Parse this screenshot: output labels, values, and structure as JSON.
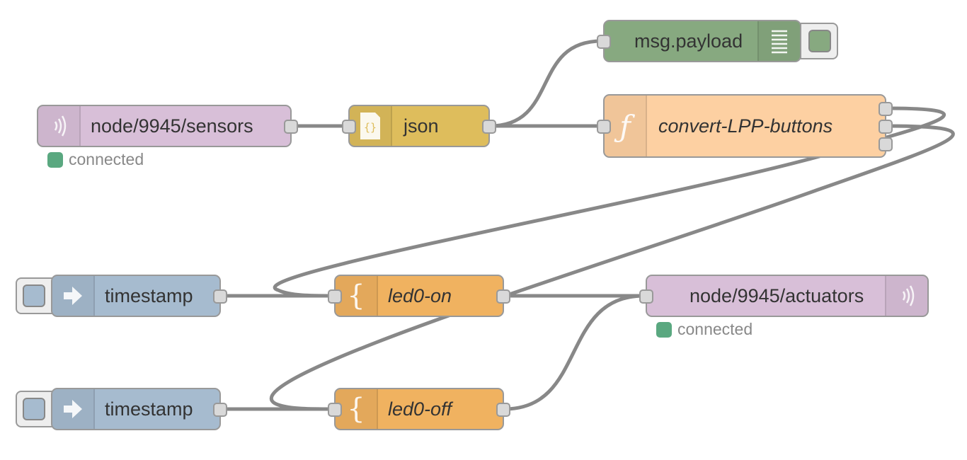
{
  "colors": {
    "mqtt": "#d8bfd8",
    "json": "#debd5c",
    "debug": "#87a980",
    "function": "#fdd0a2",
    "inject": "#a6bbcf",
    "template": "#f0b260",
    "status_connected": "#5aa880"
  },
  "nodes": {
    "mqtt_in": {
      "label": "node/9945/sensors",
      "icon": "mqtt-icon",
      "status": "connected"
    },
    "json": {
      "label": "json",
      "icon": "json-icon"
    },
    "debug": {
      "label": "msg.payload",
      "icon": "debug-list-icon"
    },
    "function": {
      "label": "convert-LPP-buttons",
      "icon": "function-icon"
    },
    "inject_1": {
      "label": "timestamp",
      "icon": "inject-arrow-icon"
    },
    "template_on": {
      "label": "led0-on",
      "icon": "template-brace-icon"
    },
    "mqtt_out": {
      "label": "node/9945/actuators",
      "icon": "mqtt-icon",
      "status": "connected"
    },
    "inject_2": {
      "label": "timestamp",
      "icon": "inject-arrow-icon"
    },
    "template_off": {
      "label": "led0-off",
      "icon": "template-brace-icon"
    }
  }
}
